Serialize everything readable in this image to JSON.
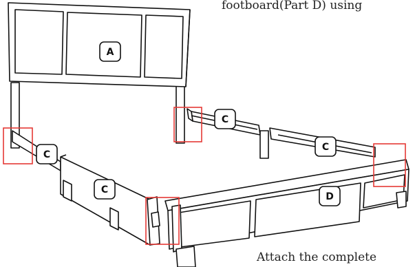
{
  "captions": {
    "top": "footboard(Part D) using",
    "bottom": "Attach the complete"
  },
  "labels": {
    "headboard": "A",
    "rail_left_short": "C",
    "rail_left_long": "C",
    "rail_back_upper": "C",
    "rail_back_lower": "C",
    "footboard": "D"
  },
  "colors": {
    "line": "#111111",
    "highlight": "#e53935",
    "panel_fill": "#ffffff"
  }
}
